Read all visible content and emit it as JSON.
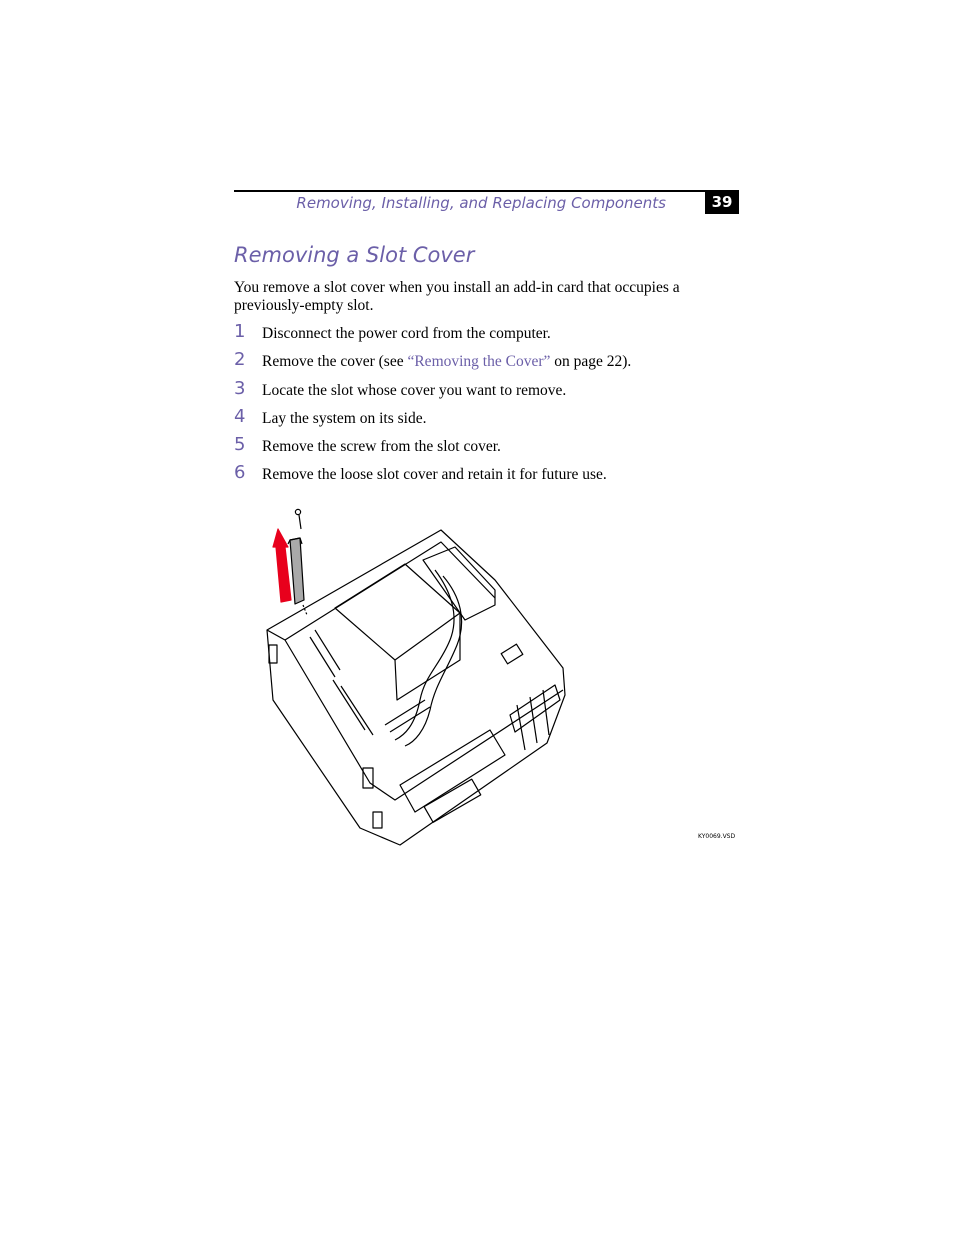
{
  "header": {
    "running_title": "Removing, Installing, and Replacing Components",
    "page_number": "39"
  },
  "section": {
    "title": "Removing a Slot Cover",
    "intro": "You remove a slot cover when you install an add-in card that occupies a previously-empty slot."
  },
  "steps": [
    {
      "number": "1",
      "text": "Disconnect the power cord from the computer."
    },
    {
      "number": "2",
      "text_before": "Remove the cover (see ",
      "link": "“Removing the Cover”",
      "text_after": " on page 22)."
    },
    {
      "number": "3",
      "text": "Locate the slot whose cover you want to remove."
    },
    {
      "number": "4",
      "text": "Lay the system on its side."
    },
    {
      "number": "5",
      "text": "Remove the screw from the slot cover."
    },
    {
      "number": "6",
      "text": "Remove the loose slot cover and retain it for future use."
    }
  ],
  "figure": {
    "caption": "KY0069.VSD"
  },
  "colors": {
    "accent": "#6b5fa8",
    "arrow": "#e8001c"
  }
}
